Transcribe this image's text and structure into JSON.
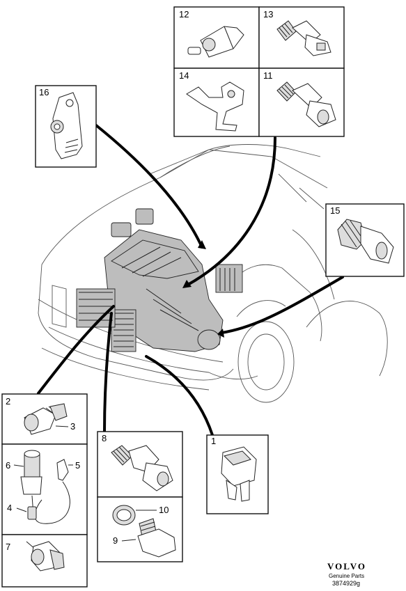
{
  "parts": [
    {
      "key": "p12",
      "label": "12"
    },
    {
      "key": "p13",
      "label": "13"
    },
    {
      "key": "p14",
      "label": "14"
    },
    {
      "key": "p11",
      "label": "11"
    },
    {
      "key": "p16",
      "label": "16"
    },
    {
      "key": "p15",
      "label": "15"
    },
    {
      "key": "p2",
      "label": "2"
    },
    {
      "key": "p3",
      "label": "3"
    },
    {
      "key": "p6",
      "label": "6"
    },
    {
      "key": "p5",
      "label": "5"
    },
    {
      "key": "p4",
      "label": "4"
    },
    {
      "key": "p7",
      "label": "7"
    },
    {
      "key": "p8",
      "label": "8"
    },
    {
      "key": "p10",
      "label": "10"
    },
    {
      "key": "p9",
      "label": "9"
    },
    {
      "key": "p1",
      "label": "1"
    }
  ],
  "brand": {
    "logo": "VOLVO",
    "subtitle": "Genuine Parts",
    "code": "3874929g"
  }
}
